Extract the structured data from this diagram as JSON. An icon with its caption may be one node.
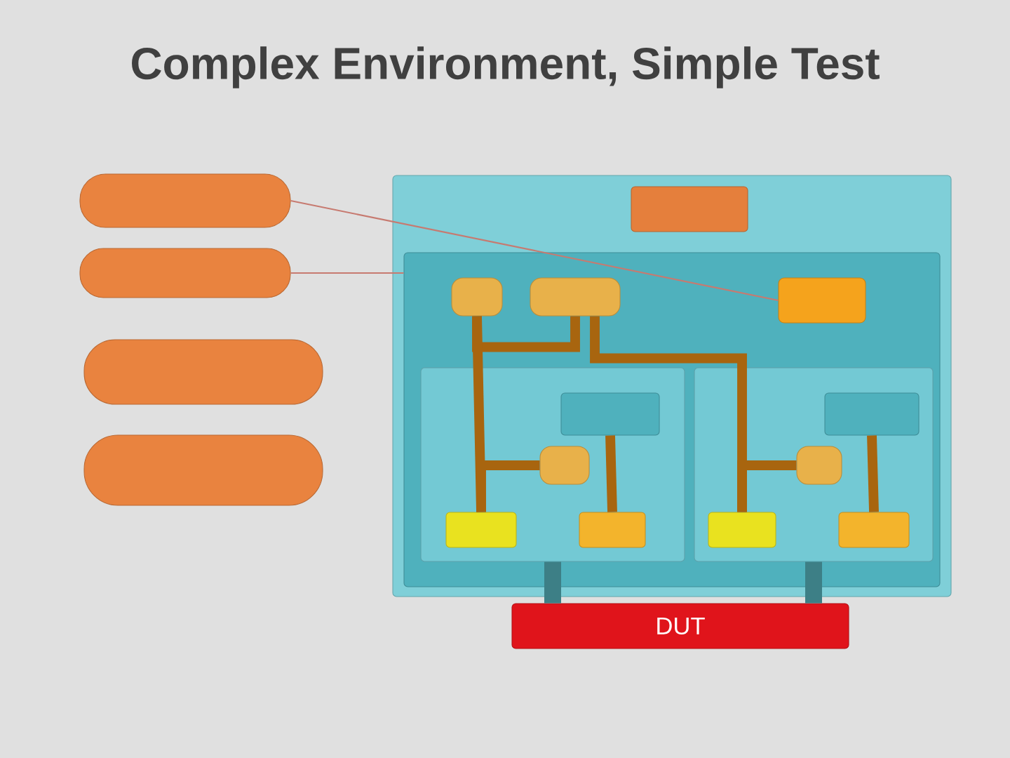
{
  "diagram": {
    "title": "Complex Environment, Simple Test",
    "nodes": [
      {
        "text": [],
        "shape": "box"
      },
      {
        "text": [],
        "shape": "box"
      },
      {
        "text": [],
        "shape": "box"
      },
      {
        "text": [],
        "shape": "box"
      },
      {
        "text": [],
        "shape": "box"
      },
      {
        "text": [],
        "shape": "box",
        "in": 4
      },
      {
        "text": [],
        "shape": "box",
        "in": 4
      },
      {
        "text": [],
        "shape": "box",
        "in": 6
      },
      {
        "text": [],
        "shape": "box",
        "in": 6
      },
      {
        "text": [],
        "shape": "box",
        "in": 6
      },
      {
        "text": [],
        "shape": "box",
        "in": 6
      },
      {
        "text": [],
        "shape": "box",
        "in": 6
      },
      {
        "text": [],
        "shape": "box",
        "in": 10
      },
      {
        "text": [],
        "shape": "box",
        "in": 10
      },
      {
        "text": [],
        "shape": "box",
        "in": 10
      },
      {
        "text": [],
        "shape": "box",
        "in": 10
      },
      {
        "text": [],
        "shape": "box",
        "in": 11
      },
      {
        "text": [],
        "shape": "box",
        "in": 11
      },
      {
        "text": [],
        "shape": "box",
        "in": 11
      },
      {
        "text": [],
        "shape": "box",
        "in": 11
      },
      {
        "text": [
          "DUT"
        ]
      }
    ],
    "edges": [
      {
        "from": 0,
        "to": 9,
        "arrow": "none",
        "color": "#c77a70"
      },
      {
        "from": 1,
        "to": 6,
        "arrow": "none",
        "color": "#c77a70"
      },
      {
        "from": 7,
        "to": 8,
        "arrow": "none"
      },
      {
        "from": 7,
        "to": 14,
        "arrow": "none"
      },
      {
        "from": 8,
        "to": 18,
        "arrow": "none"
      },
      {
        "from": 13,
        "to": 14,
        "arrow": "none"
      },
      {
        "from": 15,
        "to": 12,
        "arrow": "none"
      },
      {
        "from": 17,
        "to": 18,
        "arrow": "none"
      },
      {
        "from": 19,
        "to": 16,
        "arrow": "none"
      },
      {
        "from": 10,
        "to": 20,
        "arrow": "none",
        "color": "#3d7f86"
      },
      {
        "from": 11,
        "to": 20,
        "arrow": "none",
        "color": "#3d7f86"
      }
    ]
  }
}
